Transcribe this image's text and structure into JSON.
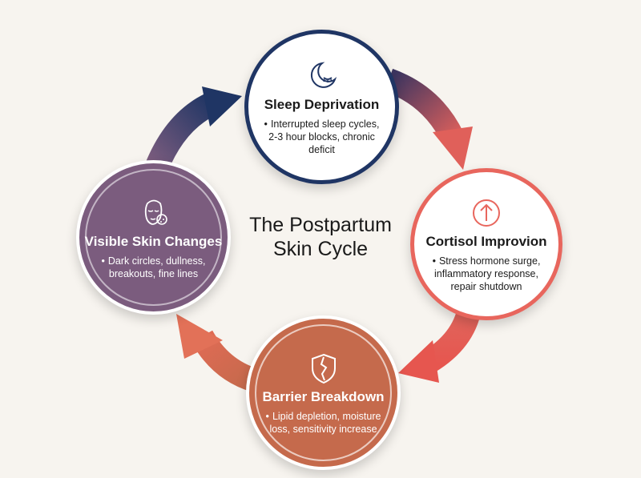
{
  "title": {
    "line1": "The Postpartum",
    "line2": "Skin Cycle"
  },
  "nodes": {
    "sleep": {
      "title": "Sleep Deprivation",
      "bullet": "Interrupted sleep cycles, 2-3 hour blocks, chronic deficit",
      "icon": "moon-closed-eye-icon",
      "color": "#1f3564"
    },
    "cortisol": {
      "title": "Cortisol Improvion",
      "bullet": "Stress hormone surge, inflammatory response, repair shutdown",
      "icon": "up-arrow-circle-icon",
      "color": "#e8665d"
    },
    "barrier": {
      "title": "Barrier Breakdown",
      "bullet": "Lipid depletion, moisture loss, sensitivity increase",
      "icon": "cracked-shield-icon",
      "color": "#c56a4c"
    },
    "skin": {
      "title": "Visible Skin Changes",
      "bullet": "Dark circles, dullness, breakouts, fine lines",
      "icon": "face-blemish-icon",
      "color": "#7b5c7e"
    }
  },
  "bullet_char": "•"
}
